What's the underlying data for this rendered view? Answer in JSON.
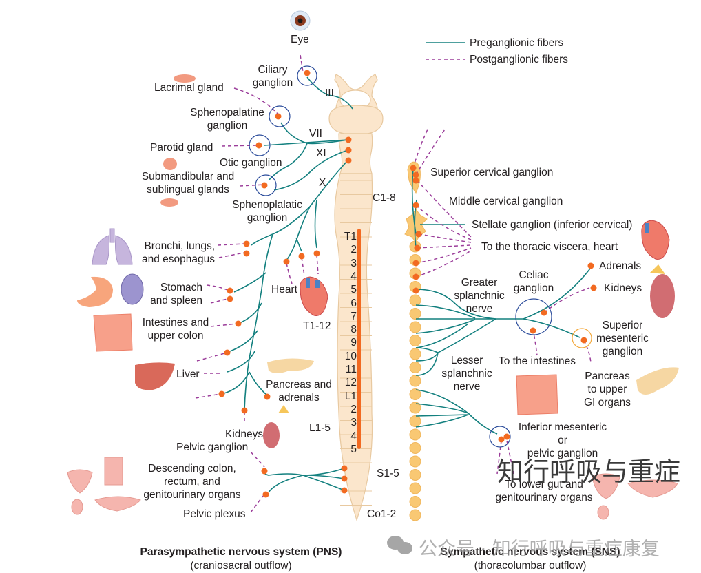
{
  "legend": {
    "preganglionic": "Preganglionic fibers",
    "postganglionic": "Postganglionic fibers"
  },
  "colors": {
    "preganglionic": "#13807f",
    "postganglionic": "#9b3d9a",
    "neuron_dot": "#f26a21",
    "spinal_cord": "#fbe6cc",
    "spinal_outline": "#e8c9a0",
    "chain": "#f9c873",
    "ganglion_circle": "#2b4c9b"
  },
  "pns": {
    "title": "Parasympathetic nervous system (PNS)",
    "subtitle": "(craniosacral outflow)",
    "eye": "Eye",
    "ciliary": "Ciliary\nganglion",
    "nerve_III": "III",
    "lacrimal": "Lacrimal gland",
    "sphenopalatine": "Sphenopalatine\nganglion",
    "nerve_VII": "VII",
    "parotid": "Parotid gland",
    "nerve_XI": "XI",
    "otic": "Otic ganglion",
    "submandibular": "Submandibular and\nsublingual glands",
    "nerve_X": "X",
    "sphenoplalatic": "Sphenoplalatic\nganglion",
    "bronchi": "Bronchi, lungs,\nand esophagus",
    "stomach": "Stomach\nand spleen",
    "heart": "Heart",
    "intestines": "Intestines and\nupper colon",
    "liver": "Liver",
    "pancreas": "Pancreas and\nadrenals",
    "kidneys": "Kidneys",
    "pelvic_ganglion": "Pelvic ganglion",
    "descending": "Descending colon,\nrectum, and\ngenitourinary organs",
    "pelvic_plexus": "Pelvic plexus"
  },
  "spine": {
    "c18": "C1-8",
    "t112": "T1-12",
    "l15": "L1-5",
    "s15": "S1-5",
    "co12": "Co1-2",
    "segments": [
      "T1",
      "2",
      "3",
      "4",
      "5",
      "6",
      "7",
      "8",
      "9",
      "10",
      "11",
      "12",
      "L1",
      "2",
      "3",
      "4",
      "5"
    ]
  },
  "sns": {
    "title": "Sympathetic nervous system (SNS)",
    "subtitle": "(thoracolumbar outflow)",
    "superior_cervical": "Superior cervical ganglion",
    "middle_cervical": "Middle cervical ganglion",
    "stellate": "Stellate ganglion (inferior cervical)",
    "thoracic": "To the thoracic viscera, heart",
    "greater": "Greater\nsplanchnic\nnerve",
    "celiac": "Celiac\nganglion",
    "adrenals": "Adrenals",
    "kidneys": "Kidneys",
    "superior_mesenteric": "Superior\nmesenteric\nganglion",
    "to_intestines": "To the intestines",
    "lesser": "Lesser\nsplanchnic\nnerve",
    "pancreas": "Pancreas\nto upper\nGI organs",
    "inferior_mesenteric": "Inferior mesenteric\nor\npelvic ganglion",
    "lower_gut": "To lower gut and\ngenitourinary organs"
  },
  "watermark": {
    "main": "知行呼吸与重症",
    "footer": "公众号 · 知行呼吸与重症康复"
  }
}
